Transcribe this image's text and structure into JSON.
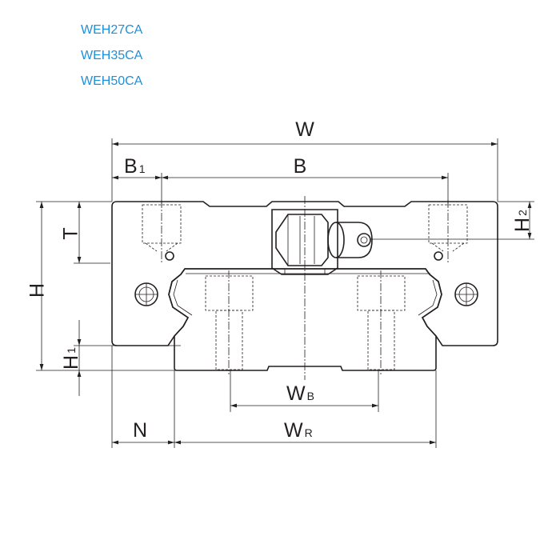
{
  "models": [
    "WEH27CA",
    "WEH35CA",
    "WEH50CA"
  ],
  "dimensions": {
    "W": "W",
    "B": "B",
    "B1": {
      "main": "B",
      "sub": "1"
    },
    "H": "H",
    "H1": {
      "main": "H",
      "sub": "1"
    },
    "H2": {
      "main": "H",
      "sub": "2"
    },
    "T": "T",
    "WB": {
      "main": "W",
      "sub": "B"
    },
    "WR": {
      "main": "W",
      "sub": "R"
    },
    "N": "N"
  },
  "colors": {
    "model_text": "#1e90d8",
    "line": "#231f20"
  }
}
